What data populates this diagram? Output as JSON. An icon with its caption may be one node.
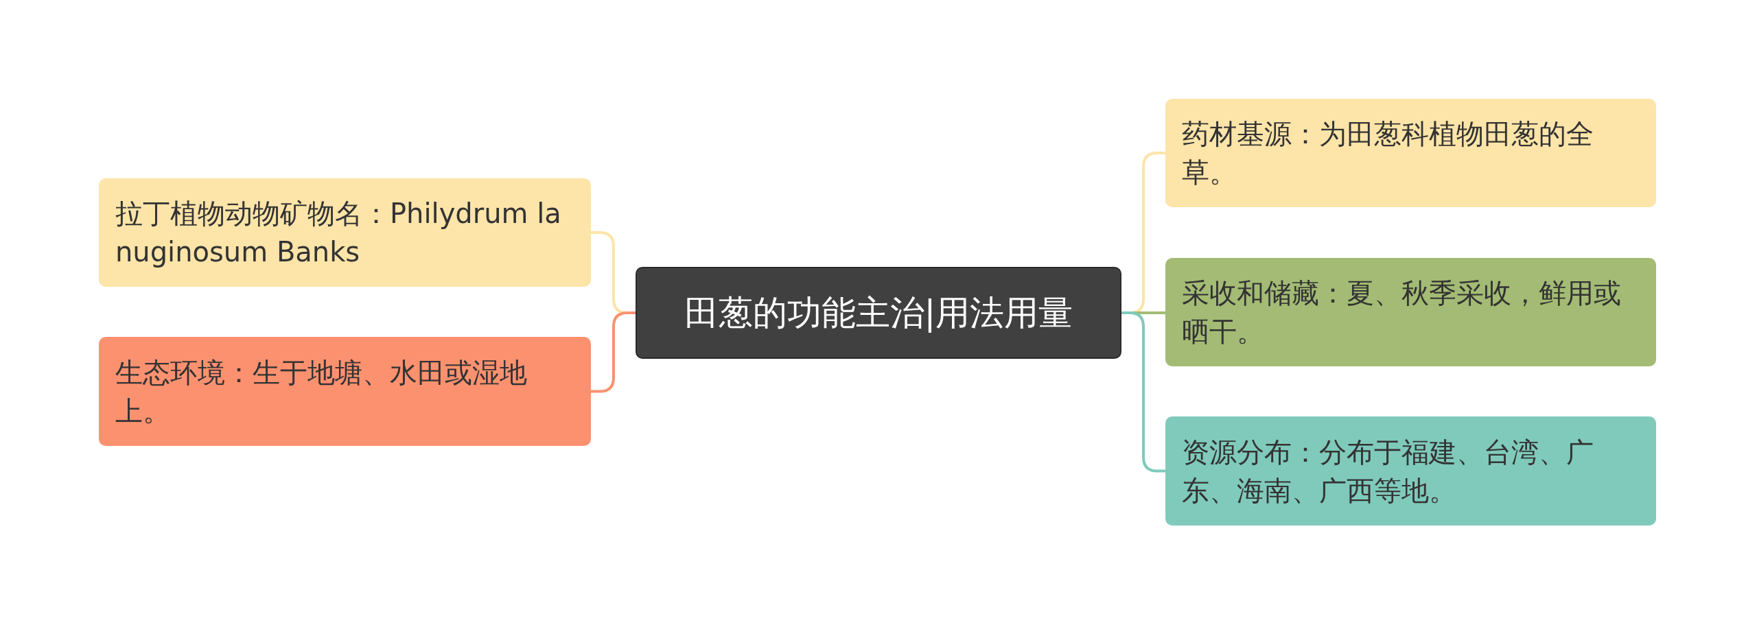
{
  "diagram": {
    "nodes": [
      {
        "text": [
          "田葱的功能主治|用法用量"
        ]
      },
      {
        "text": [
          "拉丁植物动物矿物名：Philydrum lanuginosum Banks"
        ]
      },
      {
        "text": [
          "生态环境：生于地塘、水田或湿地上。"
        ]
      },
      {
        "text": [
          "药材基源：为田葱科植物田葱的全草。"
        ]
      },
      {
        "text": [
          "采收和储藏：夏、秋季采收，鲜用或晒干。"
        ]
      },
      {
        "text": [
          "资源分布：分布于福建、台湾、广东、海南、广西等地。"
        ]
      }
    ],
    "edges": [
      {
        "from": 0,
        "to": 1,
        "arrow": "none",
        "color": "#fde4a8"
      },
      {
        "from": 0,
        "to": 2,
        "arrow": "none",
        "color": "#f89370"
      },
      {
        "from": 0,
        "to": 3,
        "arrow": "none",
        "color": "#fde4a8"
      },
      {
        "from": 0,
        "to": 4,
        "arrow": "none",
        "color": "#a3bb74"
      },
      {
        "from": 0,
        "to": 5,
        "arrow": "none",
        "color": "#7fcabb"
      }
    ]
  }
}
